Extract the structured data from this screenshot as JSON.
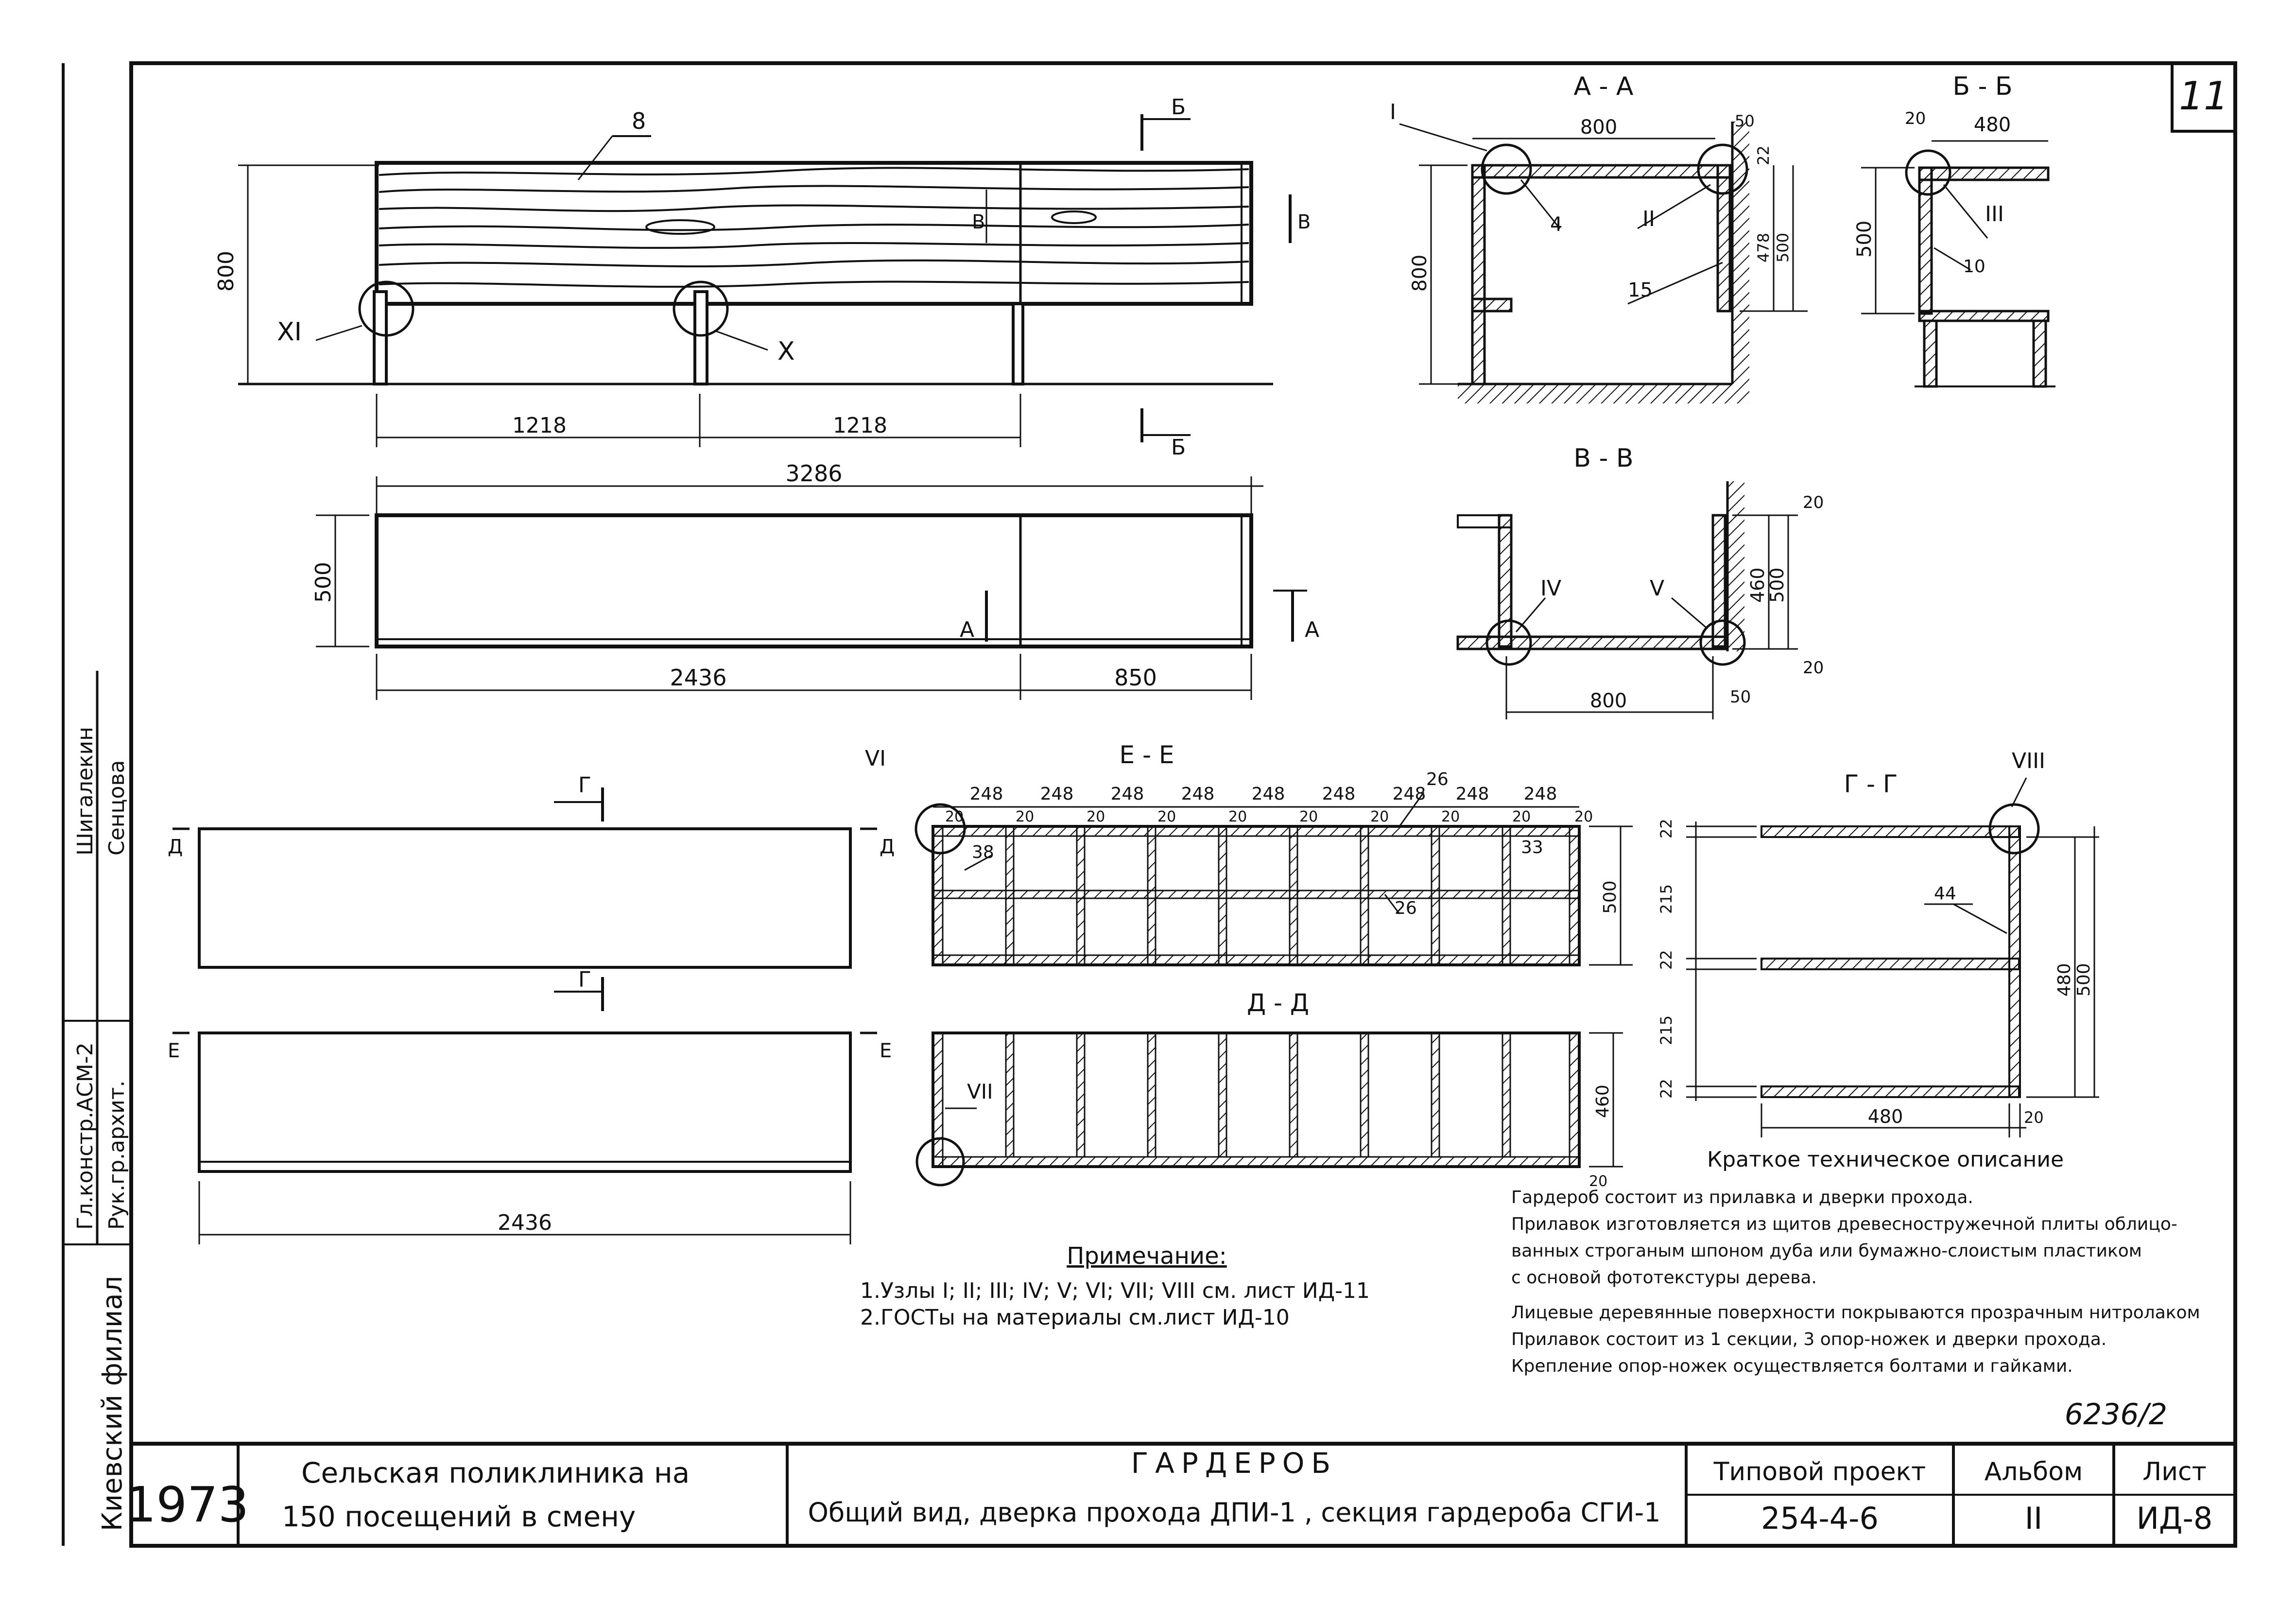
{
  "sheet": {
    "number_top": "11",
    "org_vertical": "Киевский филиал",
    "code": "6236/2"
  },
  "left_strip": {
    "roles": [
      "Рук.гр.архит.",
      "Гл.констр.АСМ-2"
    ],
    "names": [
      "Сенцова",
      "Шигалекин"
    ]
  },
  "title_block": {
    "year": "1973",
    "object_line1": "Сельская поликлиника на",
    "object_line2": "150   посещений  в  смену",
    "title": "ГАРДЕРОБ",
    "subtitle": "Общий вид, дверка прохода  ДПИ-1 , секция гардероба СГИ-1",
    "project_label": "Типовой проект",
    "project_value": "254-4-6",
    "album_label": "Альбом",
    "album_value": "II",
    "sheet_label": "Лист",
    "sheet_value": "ИД-8"
  },
  "front_view": {
    "height_dim": "800",
    "part_mark": "8",
    "span1": "1218",
    "span2": "1218",
    "mark_v": "В",
    "node_x": "X",
    "node_xi": "XI",
    "sec_b": "Б"
  },
  "plan_view": {
    "overall": "3286",
    "depth": "500",
    "left_len": "2436",
    "right_len": "850",
    "sec_a": "А"
  },
  "section_aa": {
    "title": "А - А",
    "width": "800",
    "wall": "50",
    "height": "800",
    "d1": "22",
    "d2": "478",
    "d3": "500",
    "pos1": "4",
    "pos2": "15",
    "node1": "I",
    "node2": "II"
  },
  "section_bb": {
    "title": "Б - Б",
    "d1": "20",
    "width": "480",
    "height": "500",
    "node": "III",
    "pos": "10"
  },
  "section_vv": {
    "title": "В - В",
    "top": "20",
    "d460": "460",
    "d500": "500",
    "bottom": "20",
    "width": "800",
    "wall": "50",
    "node4": "IV",
    "node5": "V"
  },
  "rect_views": {
    "sec_g": "Г",
    "sec_d": "Д",
    "sec_e": "Е",
    "length": "2436"
  },
  "section_ee": {
    "title": "Е - Е",
    "module": "248",
    "gap": "20",
    "pos_top": "26",
    "pos_mid": "26",
    "pos_left": "38",
    "pos_right": "33",
    "depth": "500",
    "node": "VI"
  },
  "section_dd": {
    "title": "Д - Д",
    "depth": "460",
    "bottom": "20",
    "node": "VII"
  },
  "section_gg": {
    "title": "Г - Г",
    "d22": "22",
    "d215": "215",
    "d480": "480",
    "d500": "500",
    "base": "480",
    "base_gap": "20",
    "pos": "44",
    "node": "VIII"
  },
  "notes": {
    "heading": "Примечание:",
    "line1": "1.Узлы   I; II; III; IV; V; VI; VII; VIII  см. лист ИД-11",
    "line2": "2.ГОСТы  на материалы  см.лист  ИД-10"
  },
  "description": {
    "heading": "Краткое  техническое  описание",
    "lines": [
      "Гардероб состоит из прилавка и дверки прохода.",
      "Прилавок изготовляется из щитов древесностружечной плиты облицо-",
      "ванных строганым шпоном дуба или бумажно-слоистым пластиком",
      "с основой фототекстуры дерева.",
      "Лицевые деревянные поверхности покрываются прозрачным нитролаком",
      "Прилавок состоит из 1 секции, 3 опор-ножек и дверки прохода.",
      "Крепление опор-ножек осуществляется болтами и гайками."
    ]
  }
}
